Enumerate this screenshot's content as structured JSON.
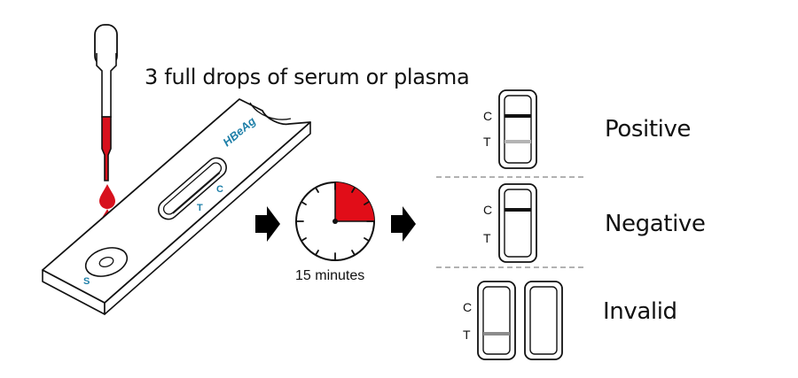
{
  "instruction": "3 full drops of serum or plasma",
  "device": {
    "brand_label": "HBeAg",
    "sample_well_label": "S",
    "window_c_label": "C",
    "window_t_label": "T"
  },
  "timer": {
    "label": "15 minutes"
  },
  "results": [
    {
      "name": "Positive",
      "c_letter": "C",
      "t_letter": "T"
    },
    {
      "name": "Negative",
      "c_letter": "C",
      "t_letter": "T"
    },
    {
      "name": "Invalid",
      "c_letter": "C",
      "t_letter": "T"
    }
  ],
  "colors": {
    "blood": "#d7111d",
    "device_text": "#1e7fa8",
    "line_dark": "#111111",
    "line_faint": "#b4b4b4",
    "line_mid": "#8c8c8c"
  }
}
